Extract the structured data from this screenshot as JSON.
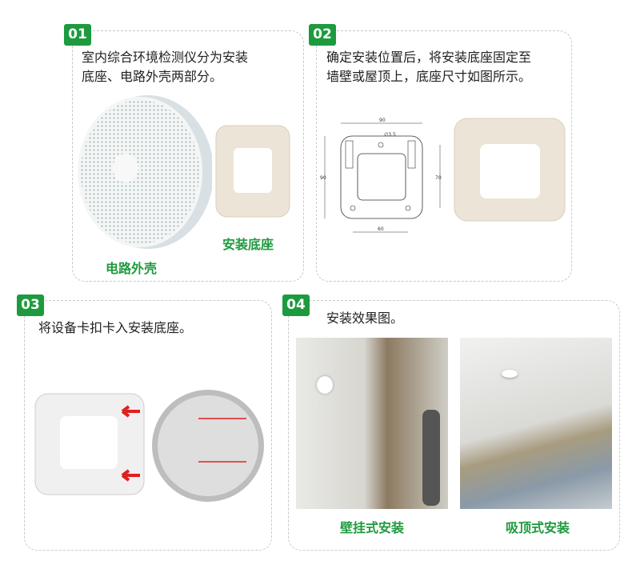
{
  "steps": [
    {
      "number": "01",
      "text_line1": "室内综合环境检测仪分为安装",
      "text_line2": "底座、电路外壳两部分。",
      "labels": {
        "shell": "电路外壳",
        "base": "安装底座"
      }
    },
    {
      "number": "02",
      "text_line1": "确定安装位置后，将安装底座固定至",
      "text_line2": "墙壁或屋顶上，底座尺寸如图所示。",
      "dimensions": {
        "width": "90",
        "height": "90",
        "hole_spacing_v": "70",
        "hole_spacing_h": "60",
        "hole_diameter": "∅3.5"
      }
    },
    {
      "number": "03",
      "text": "将设备卡扣卡入安装底座。"
    },
    {
      "number": "04",
      "text": "安装效果图。",
      "captions": {
        "wall": "壁挂式安装",
        "ceiling": "吸顶式安装"
      }
    }
  ],
  "colors": {
    "accent": "#1e9a3e",
    "arrow": "#e02020"
  }
}
